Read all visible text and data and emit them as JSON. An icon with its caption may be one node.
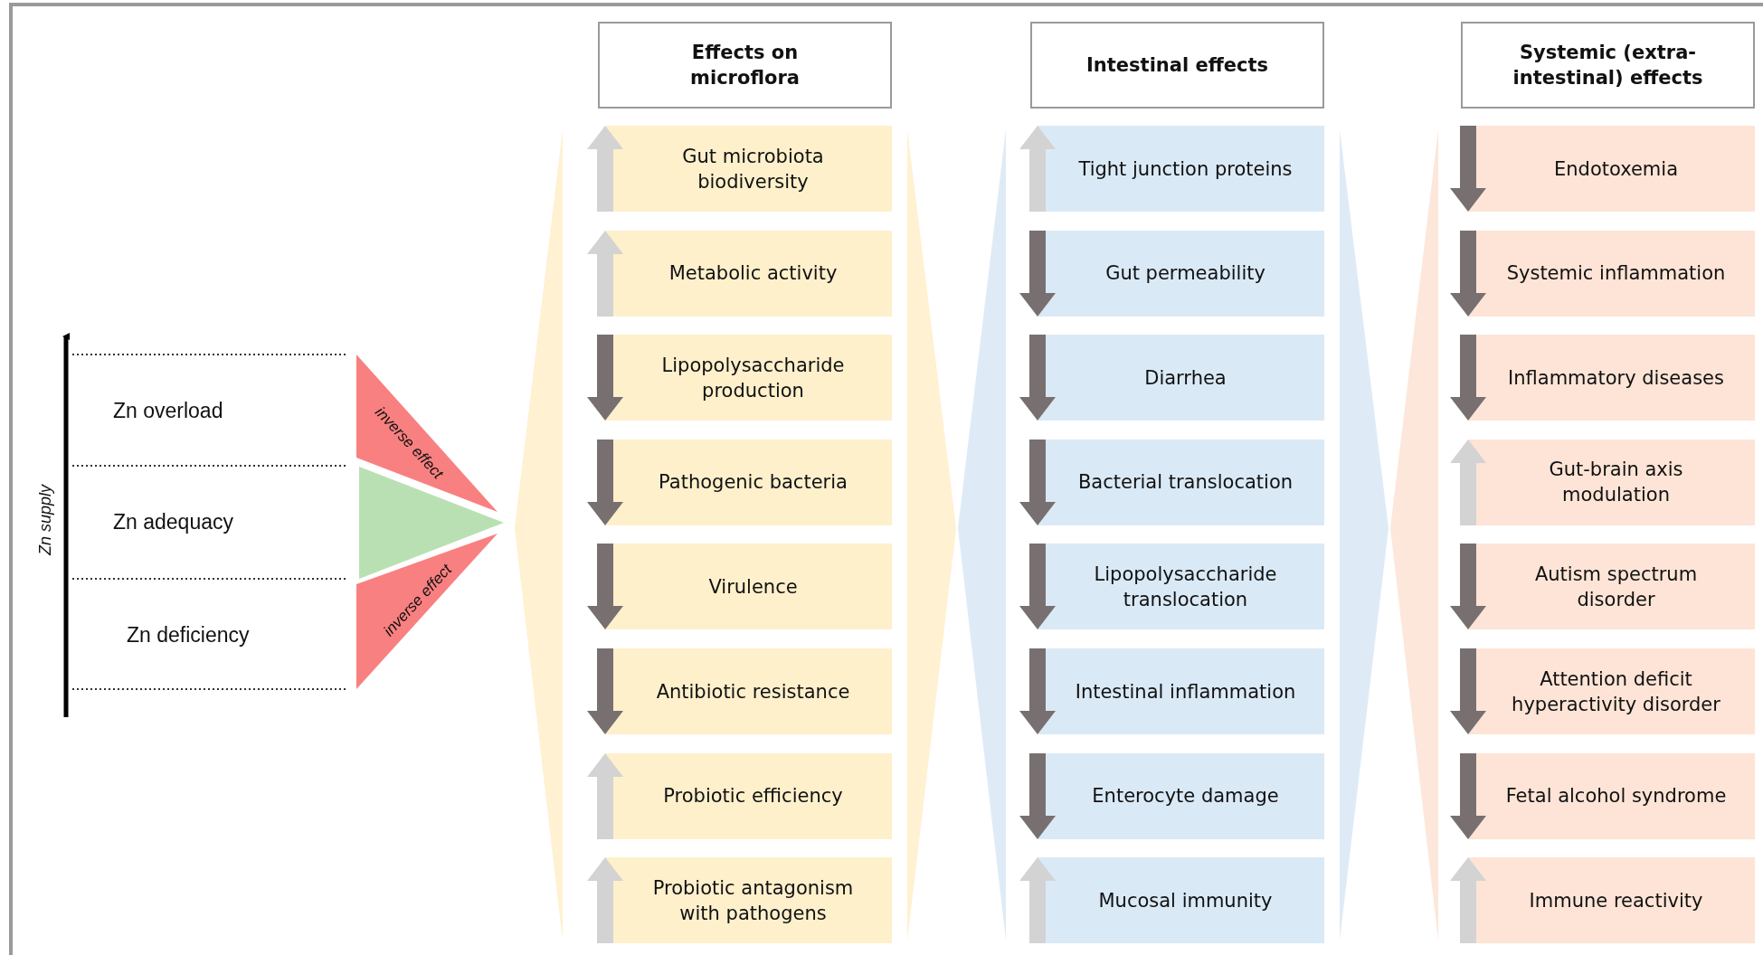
{
  "diagram": {
    "nodes": [
      {
        "text": [
          "inverse effect"
        ]
      },
      {
        "text": [],
        "shape": "triangle"
      },
      {
        "text": [
          "inverse effect"
        ]
      },
      {
        "text": [
          "Effects on microflora"
        ]
      },
      {
        "text": [
          "Gut microbiota biodiversity"
        ]
      },
      {
        "text": [
          "Metabolic activity"
        ]
      },
      {
        "text": [
          "Lipopolysaccharide production"
        ]
      },
      {
        "text": [
          "Pathogenic bacteria"
        ]
      },
      {
        "text": [
          "Virulence"
        ]
      },
      {
        "text": [
          "Antibiotic resistance"
        ]
      },
      {
        "text": [
          "Probiotic efficiency"
        ]
      },
      {
        "text": [
          "Probiotic antagonism with pathogens"
        ]
      },
      {
        "text": [
          "Intestinal effects"
        ]
      },
      {
        "text": [
          "Tight junction proteins"
        ]
      },
      {
        "text": [
          "Gut permeability"
        ]
      },
      {
        "text": [
          "Diarrhea"
        ]
      },
      {
        "text": [
          "Bacterial translocation"
        ]
      },
      {
        "text": [
          "Lipopolysaccharide translocation"
        ]
      },
      {
        "text": [
          "Intestinal inflammation"
        ]
      },
      {
        "text": [
          "Enterocyte damage"
        ]
      },
      {
        "text": [
          "Mucosal immunity"
        ]
      },
      {
        "text": [
          "Systemic (extra-intestinal) effects"
        ]
      },
      {
        "text": [
          "Endotoxemia"
        ]
      },
      {
        "text": [
          "Systemic inflammation"
        ]
      },
      {
        "text": [
          "Inflammatory diseases"
        ]
      },
      {
        "text": [
          "Gut-brain axis modulation"
        ]
      },
      {
        "text": [
          "Autism spectrum disorder"
        ]
      },
      {
        "text": [
          "Attention deficit hyperactivity disorder"
        ]
      },
      {
        "text": [
          "Fetal alcohol syndrome"
        ]
      },
      {
        "text": [
          "Immune reactivity"
        ]
      }
    ],
    "edges": [],
    "labels": [
      "Zn supply",
      "Zn overload",
      "Zn adequacy",
      "Zn deficiency"
    ]
  }
}
